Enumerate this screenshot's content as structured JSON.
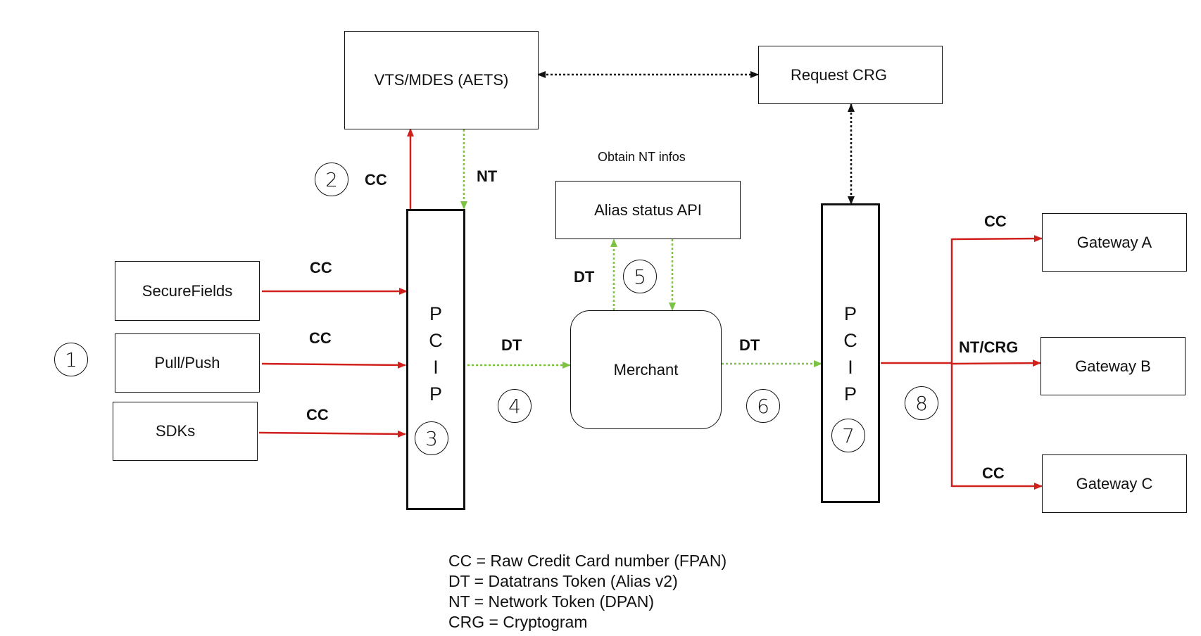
{
  "nodes": {
    "vts": "VTS/MDES (AETS)",
    "request_crg": "Request CRG",
    "alias_api": "Alias status API",
    "securefields": "SecureFields",
    "pullpush": "Pull/Push",
    "sdks": "SDKs",
    "merchant": "Merchant",
    "gateway_a": "Gateway A",
    "gateway_b": "Gateway B",
    "gateway_c": "Gateway C"
  },
  "pcip_left": {
    "letters": [
      "P",
      "C",
      "I",
      "P"
    ],
    "step": "3"
  },
  "pcip_right": {
    "letters": [
      "P",
      "C",
      "I",
      "P"
    ],
    "step": "7"
  },
  "steps": {
    "s1": "1",
    "s2": "2",
    "s4": "4",
    "s5": "5",
    "s6": "6",
    "s8": "8"
  },
  "edge_labels": {
    "cc_vts": "CC",
    "nt_vts": "NT",
    "cc_securefields": "CC",
    "cc_pullpush": "CC",
    "cc_sdks": "CC",
    "dt_to_merchant": "DT",
    "dt_alias": "DT",
    "dt_from_merchant": "DT",
    "cc_gateway_a": "CC",
    "ntcrg_gateway_b": "NT/CRG",
    "cc_gateway_c": "CC"
  },
  "note_obtain": "Obtain NT infos",
  "legend": [
    "CC = Raw Credit Card number (FPAN)",
    "DT = Datatrans Token (Alias v2)",
    "NT = Network Token (DPAN)",
    "CRG = Cryptogram"
  ],
  "colors": {
    "red": "#d0201b",
    "green": "#7dc242",
    "black": "#111111"
  }
}
